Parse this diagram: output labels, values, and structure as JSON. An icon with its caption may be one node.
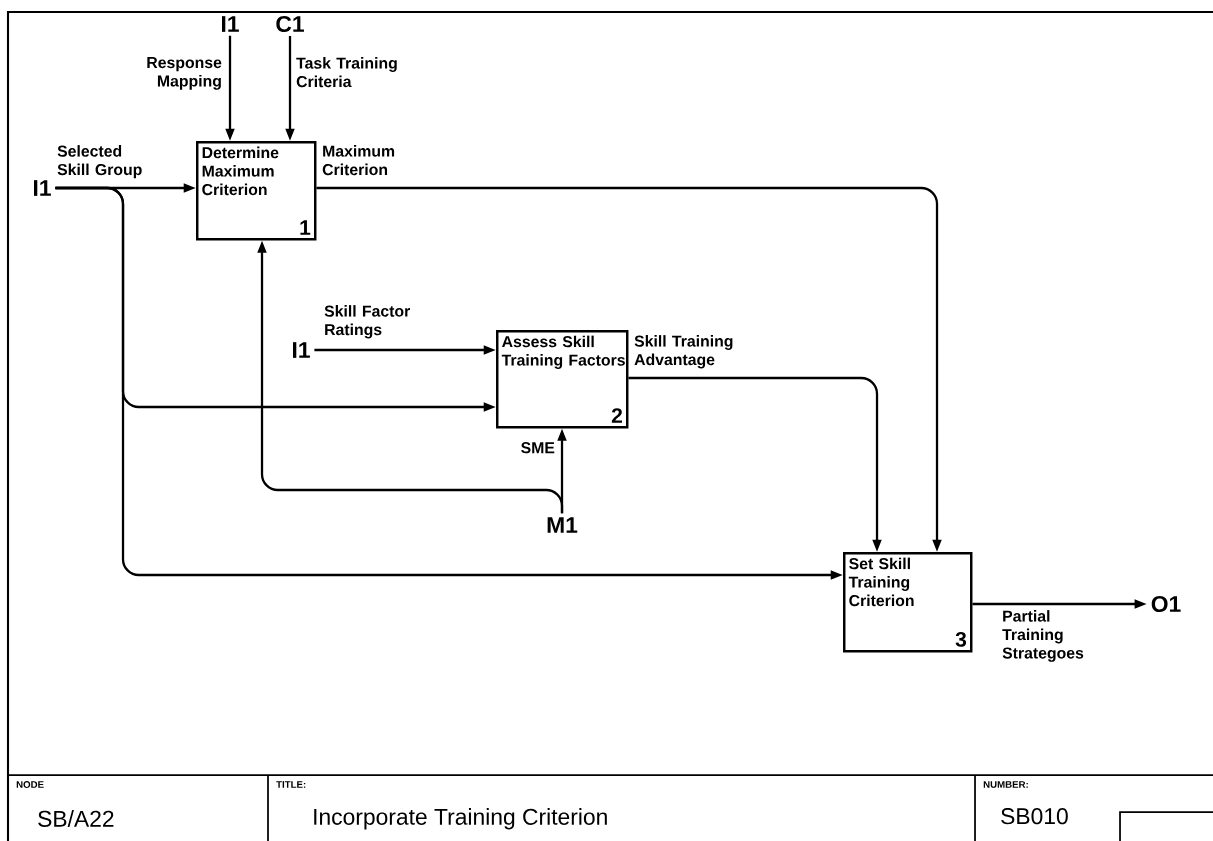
{
  "diagram": {
    "title": "Incorporate Training Criterion",
    "nodes": [
      {
        "text": [
          "I1"
        ]
      },
      {
        "text": [
          "C1"
        ]
      },
      {
        "text": [
          "Determine Maximum Criterion",
          "1"
        ]
      },
      {
        "text": [
          "I1"
        ]
      },
      {
        "text": [
          "I1"
        ]
      },
      {
        "text": [
          "Assess Skill Training Factors",
          "2"
        ]
      },
      {
        "text": [
          "M1"
        ]
      },
      {
        "text": [
          "Set Skill Training Criterion",
          "3"
        ]
      },
      {
        "text": [
          "O1"
        ]
      }
    ],
    "edges": [
      {
        "from": 0,
        "to": 2,
        "arrow": "to",
        "label": "Response Mapping"
      },
      {
        "from": 1,
        "to": 2,
        "arrow": "to",
        "label": "Task Training Criteria"
      },
      {
        "from": 3,
        "to": 2,
        "arrow": "to",
        "label": "Selected Skill Group"
      },
      {
        "from": 3,
        "to": 5,
        "arrow": "to"
      },
      {
        "from": 3,
        "to": 7,
        "arrow": "to"
      },
      {
        "from": 2,
        "to": 7,
        "arrow": "to",
        "label": "Maximum Criterion"
      },
      {
        "from": 4,
        "to": 5,
        "arrow": "to",
        "label": "Skill Factor Ratings"
      },
      {
        "from": 5,
        "to": 7,
        "arrow": "to",
        "label": "Skill Training Advantage"
      },
      {
        "from": 6,
        "to": 5,
        "arrow": "to",
        "label": "SME"
      },
      {
        "from": 6,
        "to": 2,
        "arrow": "to"
      },
      {
        "from": 7,
        "to": 8,
        "arrow": "to",
        "label": "Partial Training Strategoes"
      }
    ],
    "labels": [
      "NODE",
      "SB/A22",
      "TITLE:",
      "NUMBER:",
      "SB010"
    ]
  }
}
